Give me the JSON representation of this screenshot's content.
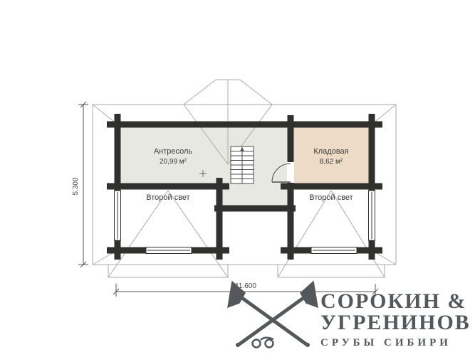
{
  "rooms": {
    "mezzanine": {
      "name": "Антресоль",
      "area": "20,99 м²"
    },
    "storage": {
      "name": "Кладовая",
      "area": "8,62 м²"
    },
    "second_light_left": {
      "name": "Второй свет"
    },
    "second_light_right": {
      "name": "Второй свет"
    }
  },
  "dimensions": {
    "horizontal": "11.600",
    "vertical": "5.300"
  },
  "logo": {
    "name_line1": "СОРОКИН &",
    "name_line2": "УГРЕНИНОВ",
    "tagline": "СРУБЫ СИБИРИ"
  },
  "colors": {
    "wall": "#30302e",
    "roof_line": "#a8aba6",
    "mezzanine_fill": "#e8e8e2",
    "storage_fill": "#eddbc8",
    "logo_gray": "#55585b"
  }
}
